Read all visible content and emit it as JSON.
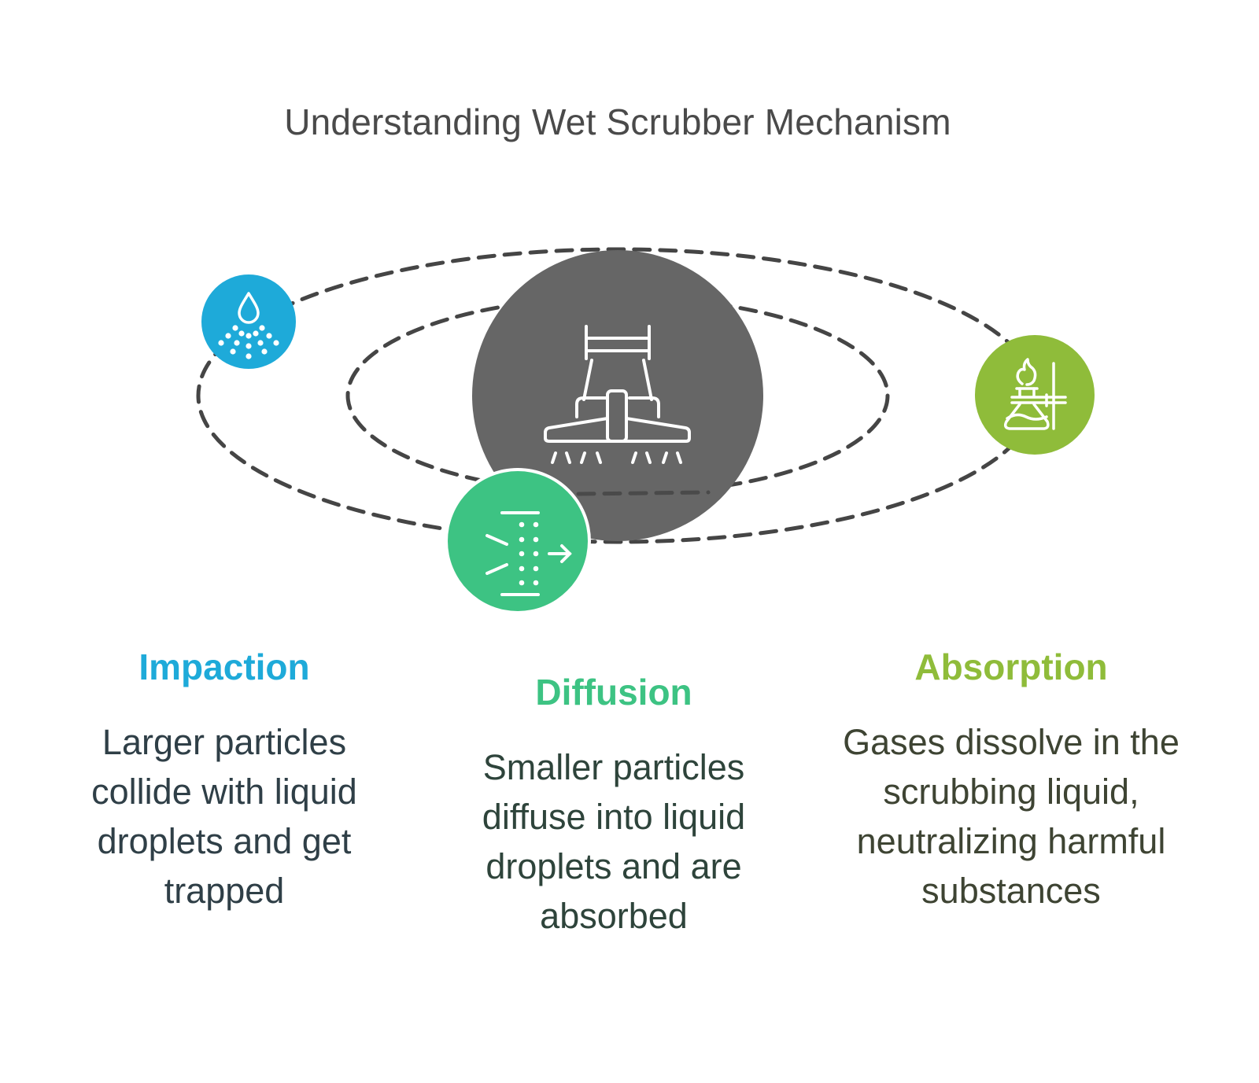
{
  "title": "Understanding Wet Scrubber Mechanism",
  "center": {
    "icon": "wet-scrubber-icon",
    "color": "#666666"
  },
  "mechanisms": [
    {
      "id": "impaction",
      "heading": "Impaction",
      "description": "Larger particles collide with liquid droplets and get trapped",
      "icon": "water-droplet-spray-icon",
      "color": "#1eaad9",
      "text_color": "#2f3f47"
    },
    {
      "id": "diffusion",
      "heading": "Diffusion",
      "description": "Smaller particles diffuse into liquid droplets and are absorbed",
      "icon": "diffusion-filter-icon",
      "color": "#3dc383",
      "text_color": "#2e443b"
    },
    {
      "id": "absorption",
      "heading": "Absorption",
      "description": "Gases dissolve in the scrubbing liquid, neutralizing harmful substances",
      "icon": "lab-burner-flask-icon",
      "color": "#8fbc3a",
      "text_color": "#3e4433"
    }
  ],
  "orbit_color": "#454545"
}
